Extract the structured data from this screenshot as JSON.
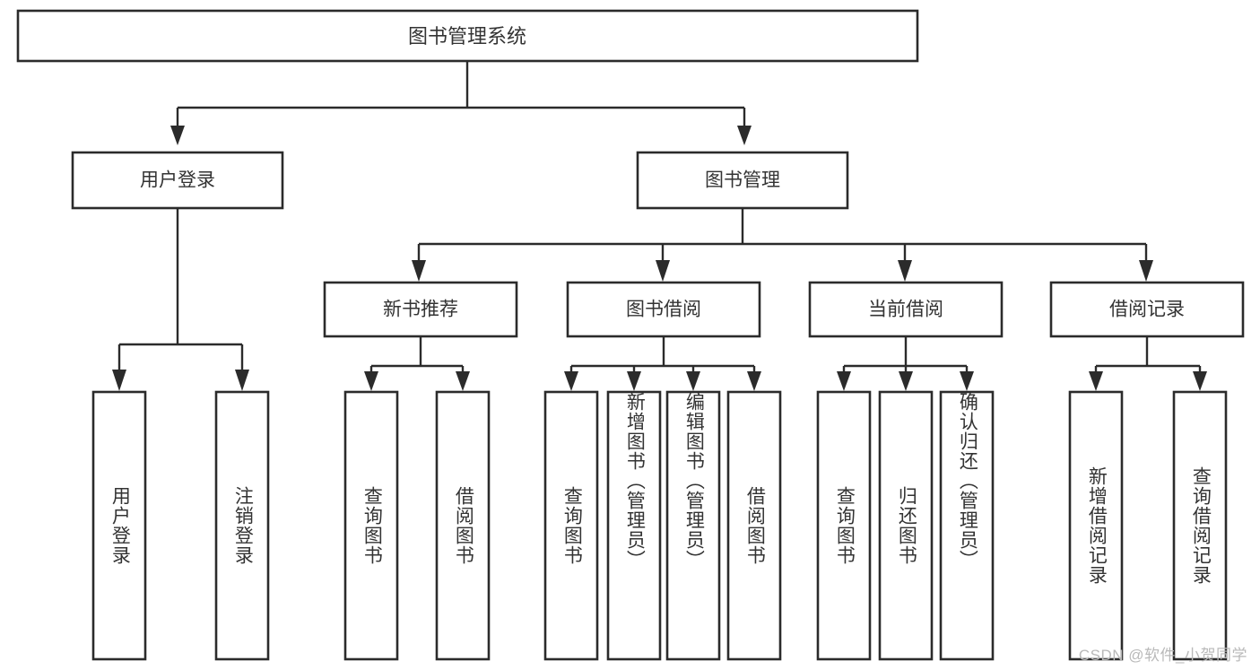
{
  "diagram": {
    "type": "hierarchy-tree",
    "title": "图书管理系统",
    "root": {
      "label": "图书管理系统",
      "orientation": "horizontal"
    },
    "level2": [
      {
        "id": "user-login",
        "label": "用户登录"
      },
      {
        "id": "book-manage",
        "label": "图书管理"
      }
    ],
    "level3": [
      {
        "id": "new-book-rec",
        "label": "新书推荐",
        "parent": "book-manage"
      },
      {
        "id": "book-borrow",
        "label": "图书借阅",
        "parent": "book-manage"
      },
      {
        "id": "current-borrow",
        "label": "当前借阅",
        "parent": "book-manage"
      },
      {
        "id": "borrow-record",
        "label": "借阅记录",
        "parent": "book-manage"
      }
    ],
    "leaves": {
      "user-login": [
        {
          "id": "leaf-user-login",
          "label": "用户登录"
        },
        {
          "id": "leaf-logout",
          "label": "注销登录"
        }
      ],
      "new-book-rec": [
        {
          "id": "leaf-query-book-1",
          "label": "查询图书"
        },
        {
          "id": "leaf-borrow-book-1",
          "label": "借阅图书"
        }
      ],
      "book-borrow": [
        {
          "id": "leaf-query-book-2",
          "label": "查询图书"
        },
        {
          "id": "leaf-add-book",
          "label": "新增图书（管理员）"
        },
        {
          "id": "leaf-edit-book",
          "label": "编辑图书（管理员）"
        },
        {
          "id": "leaf-borrow-book-2",
          "label": "借阅图书"
        }
      ],
      "current-borrow": [
        {
          "id": "leaf-query-book-3",
          "label": "查询图书"
        },
        {
          "id": "leaf-return-book",
          "label": "归还图书"
        },
        {
          "id": "leaf-confirm-return",
          "label": "确认归还（管理员）"
        }
      ],
      "borrow-record": [
        {
          "id": "leaf-add-record",
          "label": "新增借阅记录"
        },
        {
          "id": "leaf-query-record",
          "label": "查询借阅记录"
        }
      ]
    },
    "colors": {
      "box_stroke": "#2b2b2b",
      "box_fill": "#ffffff",
      "text": "#333333",
      "connector": "#2b2b2b",
      "watermark": "#b9b9b9",
      "background": "#ffffff"
    }
  },
  "watermark": {
    "text": "CSDN @软件_小贺同学"
  }
}
